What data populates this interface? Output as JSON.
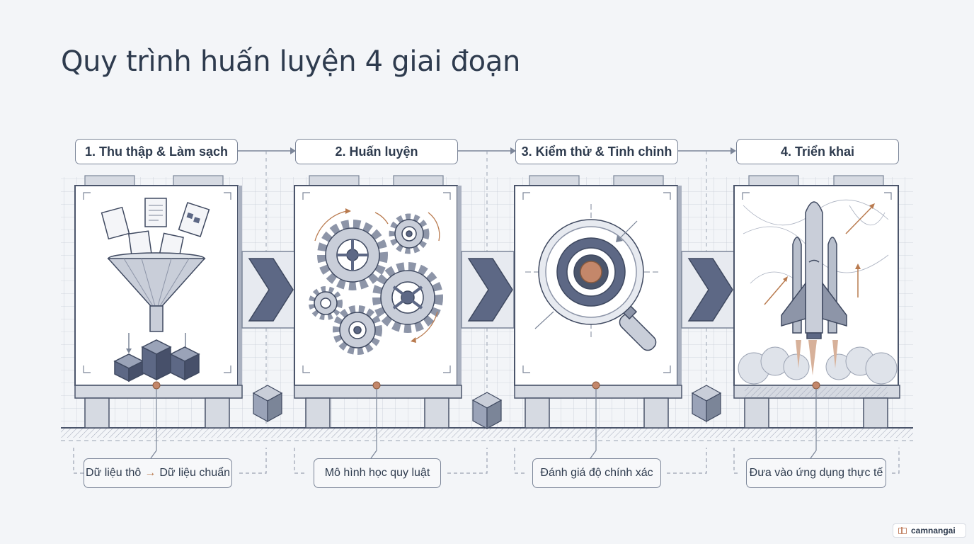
{
  "title": "Quy trình huấn luyện 4 giai đoạn",
  "stages": [
    {
      "label": "1. Thu thập & Làm sạch",
      "caption_from": "Dữ liệu thô",
      "caption_arrow": "→",
      "caption_to": "Dữ liệu chuẩn",
      "icon": "data-funnel-icon"
    },
    {
      "label": "2. Huấn luyện",
      "caption": "Mô hình học quy luật",
      "icon": "gears-icon"
    },
    {
      "label": "3. Kiểm thử & Tinh chỉnh",
      "caption": "Đánh giá độ chính xác",
      "icon": "magnifier-target-icon"
    },
    {
      "label": "4. Triển khai",
      "caption": "Đưa vào ứng dụng thực tế",
      "icon": "rocket-icon"
    }
  ],
  "watermark": {
    "text": "camnangai",
    "icon": "book-icon"
  },
  "colors": {
    "ink": "#2e3b4e",
    "line": "#7b8598",
    "steel": "#5d6885",
    "accent": "#b97a4e"
  }
}
